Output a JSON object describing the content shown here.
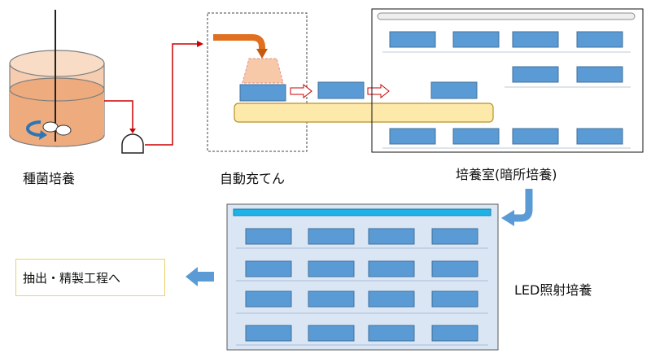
{
  "labels": {
    "seed_culture": "種菌培養",
    "auto_filling": "自動充てん",
    "culture_room": "培養室(暗所培養)",
    "led_culture": "LED照射培養",
    "next_step": "抽出・精製工程へ"
  },
  "colors": {
    "tank_fill": "#f6cdb0",
    "tank_liquid": "#eeab7e",
    "tray_blue": "#5b9bd5",
    "tray_border": "#41719c",
    "conveyor": "#fde9a9",
    "conveyor_border": "#b8912b",
    "pipe_red": "#cc0000",
    "orange_arrow": "#e07020",
    "led_bg": "#dbe6f5",
    "led_bar": "#1fb2e6",
    "flow_arrow": "#5b9bd5",
    "next_box_border": "#e8d36a"
  },
  "icons": [
    "stirrer-icon",
    "rotation-arrow-icon",
    "pump-icon",
    "flow-arrow-icon"
  ]
}
